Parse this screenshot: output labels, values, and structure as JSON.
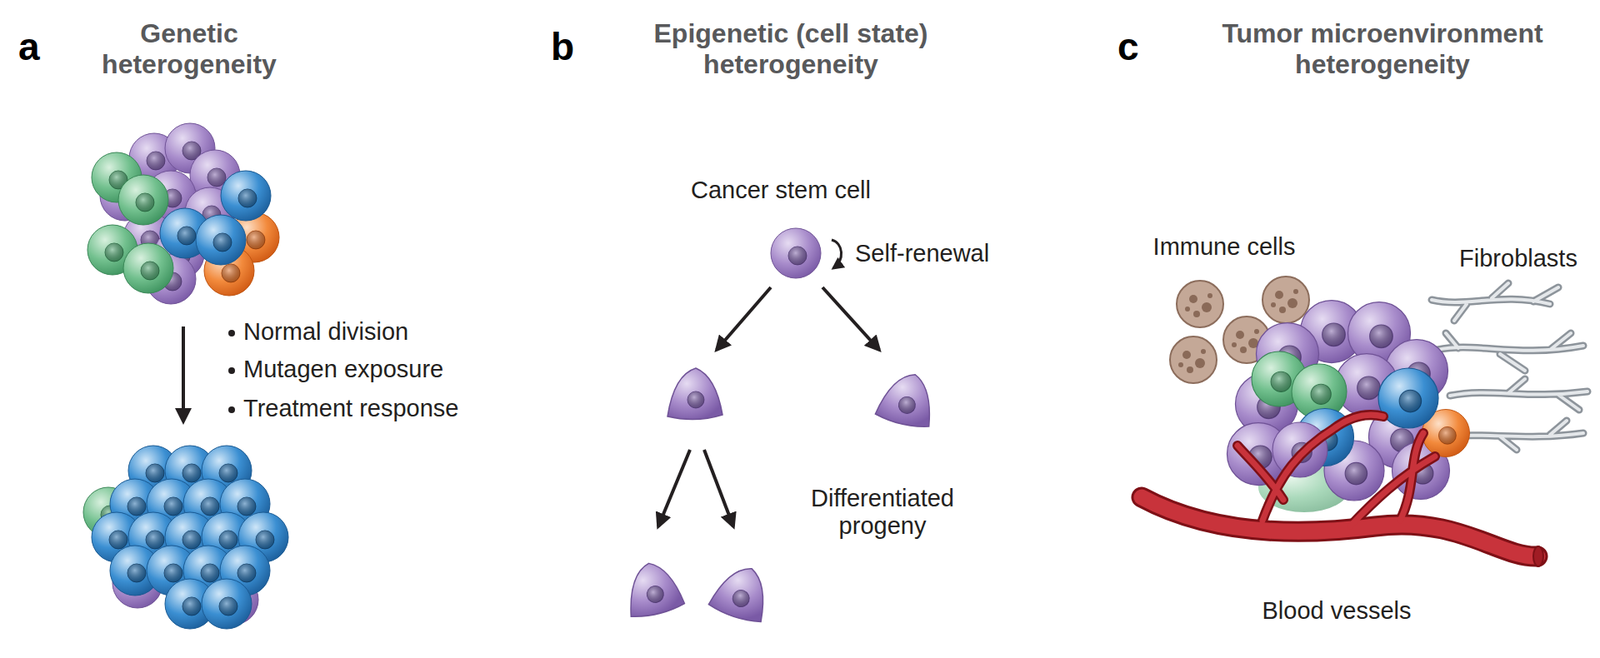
{
  "diagram": {
    "labels": [
      "a",
      "Genetic heterogeneity",
      "b",
      "Epigenetic (cell state) heterogeneity",
      "c",
      "Tumor microenvironment heterogeneity",
      "Normal division",
      "Mutagen exposure",
      "Treatment response",
      "Cancer stem cell",
      "Self-renewal",
      "Differentiated progeny",
      "Immune cells",
      "Fibroblasts",
      "Blood vessels"
    ]
  }
}
